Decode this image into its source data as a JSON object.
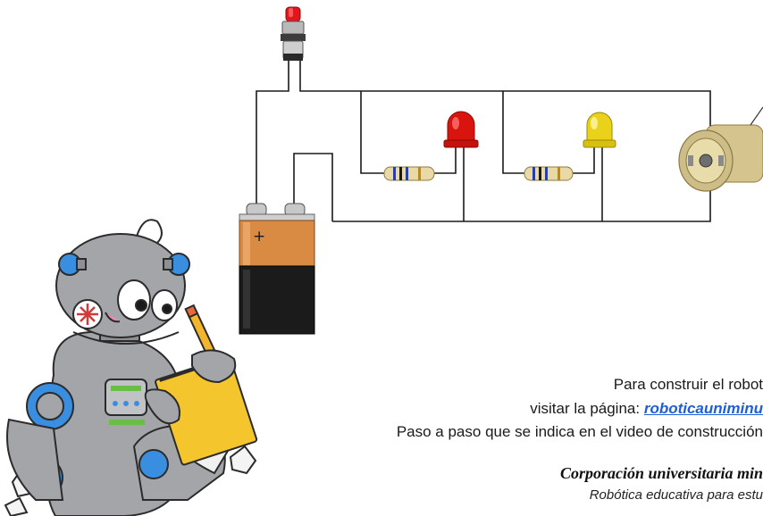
{
  "battery": {
    "polarity_symbol": "+"
  },
  "text": {
    "line1": "Para construir el robot ",
    "line2_prefix": "visitar la página: ",
    "line2_link": "roboticauniminu",
    "line3": "Paso a paso que se indica en el video de construcción",
    "organization": "Corporación universitaria min",
    "tagline": "Robótica educativa para estu"
  },
  "colors": {
    "wire": "#1a1a1a",
    "led_red": "#d9140e",
    "led_yellow": "#e9d219",
    "button_red": "#e3161b",
    "link": "#1f5fd6",
    "robot_gray": "#9a9ca0",
    "robot_blue": "#3a8ee0",
    "notepad": "#f5c52e"
  },
  "icons": [
    "push-button-icon",
    "battery-icon",
    "resistor-icon",
    "red-led-icon",
    "yellow-led-icon",
    "dc-motor-icon",
    "robot-mascot-illustration"
  ]
}
